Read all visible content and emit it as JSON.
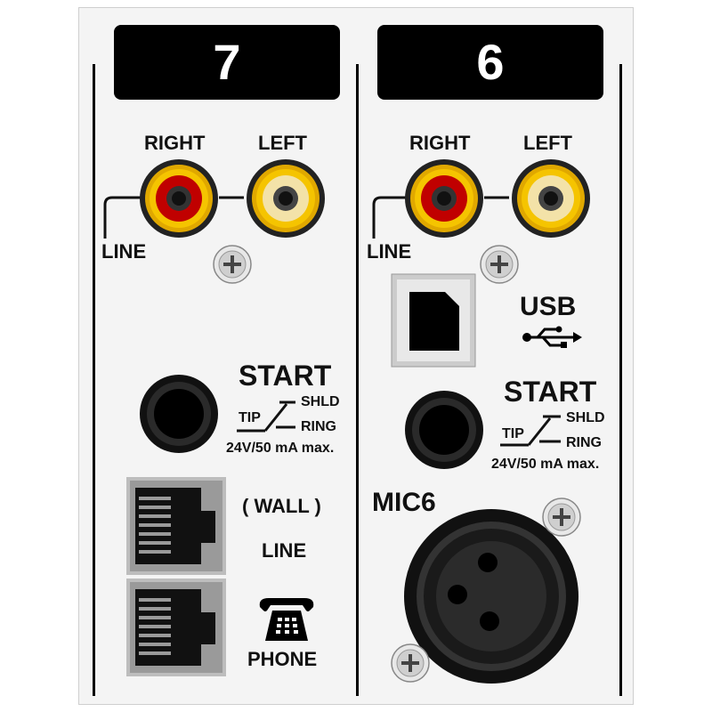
{
  "channels": [
    {
      "number": "7",
      "rca": {
        "right_label": "RIGHT",
        "left_label": "LEFT",
        "line_label": "LINE"
      },
      "start": {
        "title": "START",
        "shld": "SHLD",
        "tip": "TIP",
        "ring": "RING",
        "rating": "24V/50 mA max."
      },
      "rj": {
        "wall_label": "( WALL )",
        "line_label": "LINE",
        "phone_label": "PHONE"
      }
    },
    {
      "number": "6",
      "rca": {
        "right_label": "RIGHT",
        "left_label": "LEFT",
        "line_label": "LINE"
      },
      "usb": {
        "label": "USB"
      },
      "start": {
        "title": "START",
        "shld": "SHLD",
        "tip": "TIP",
        "ring": "RING",
        "rating": "24V/50 mA max."
      },
      "mic": {
        "label": "MIC6"
      }
    }
  ],
  "icons": {
    "phone": "telephone-icon",
    "usb": "usb-trident-icon",
    "screw": "phillips-screw-icon"
  },
  "colors": {
    "rca_right": "#c00000",
    "rca_left": "#f0d890",
    "rca_ring": "#f5c000",
    "panel": "#f4f4f4"
  }
}
